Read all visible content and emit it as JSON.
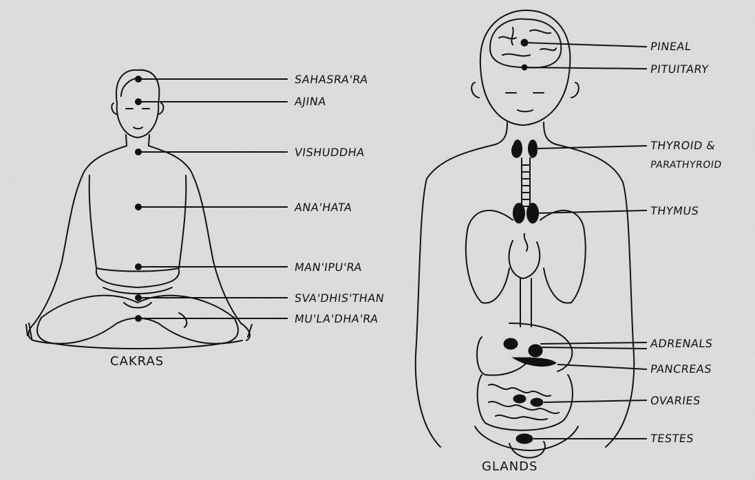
{
  "chakras": {
    "caption": "CAKRAS",
    "labels": [
      "SAHASRA'RA",
      "AJINA",
      "VISHUDDHA",
      "ANA'HATA",
      "MAN'IPU'RA",
      "SVA'DHIS'THAN",
      "MU'LA'DHA'RA"
    ]
  },
  "glands": {
    "caption": "GLANDS",
    "labels": [
      "PINEAL",
      "PITUITARY",
      "THYROID &",
      "PARATHYROID",
      "THYMUS",
      "ADRENALS",
      "PANCREAS",
      "OVARIES",
      "TESTES"
    ]
  }
}
